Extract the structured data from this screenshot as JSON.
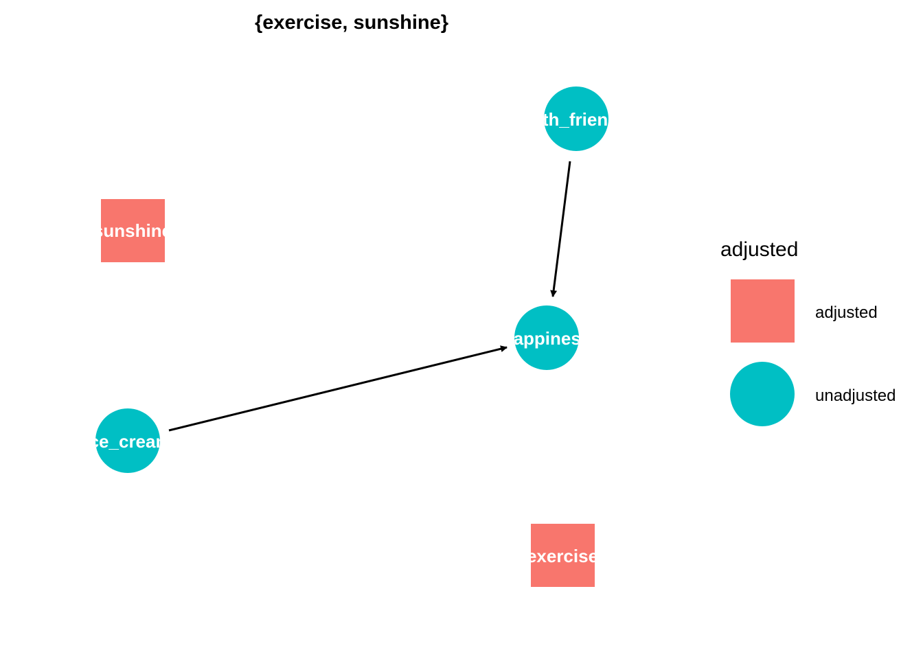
{
  "title": "{exercise, sunshine}",
  "colors": {
    "adjusted": "#F8766D",
    "unadjusted": "#00BFC4",
    "edge": "#000000",
    "label": "#FFFFFF"
  },
  "nodes": [
    {
      "id": "sunshine",
      "label": "sunshine",
      "status": "adjusted"
    },
    {
      "id": "with_friends",
      "label": "with_friends",
      "status": "unadjusted"
    },
    {
      "id": "happiness",
      "label": "happiness",
      "status": "unadjusted"
    },
    {
      "id": "ice_cream",
      "label": "ice_cream",
      "status": "unadjusted"
    },
    {
      "id": "exercise",
      "label": "exercise",
      "status": "adjusted"
    }
  ],
  "edges": [
    {
      "from": "with_friends",
      "to": "happiness"
    },
    {
      "from": "ice_cream",
      "to": "happiness"
    }
  ],
  "legend": {
    "title": "adjusted",
    "items": [
      {
        "label": "adjusted",
        "shape": "square",
        "status": "adjusted"
      },
      {
        "label": "unadjusted",
        "shape": "circle",
        "status": "unadjusted"
      }
    ]
  }
}
